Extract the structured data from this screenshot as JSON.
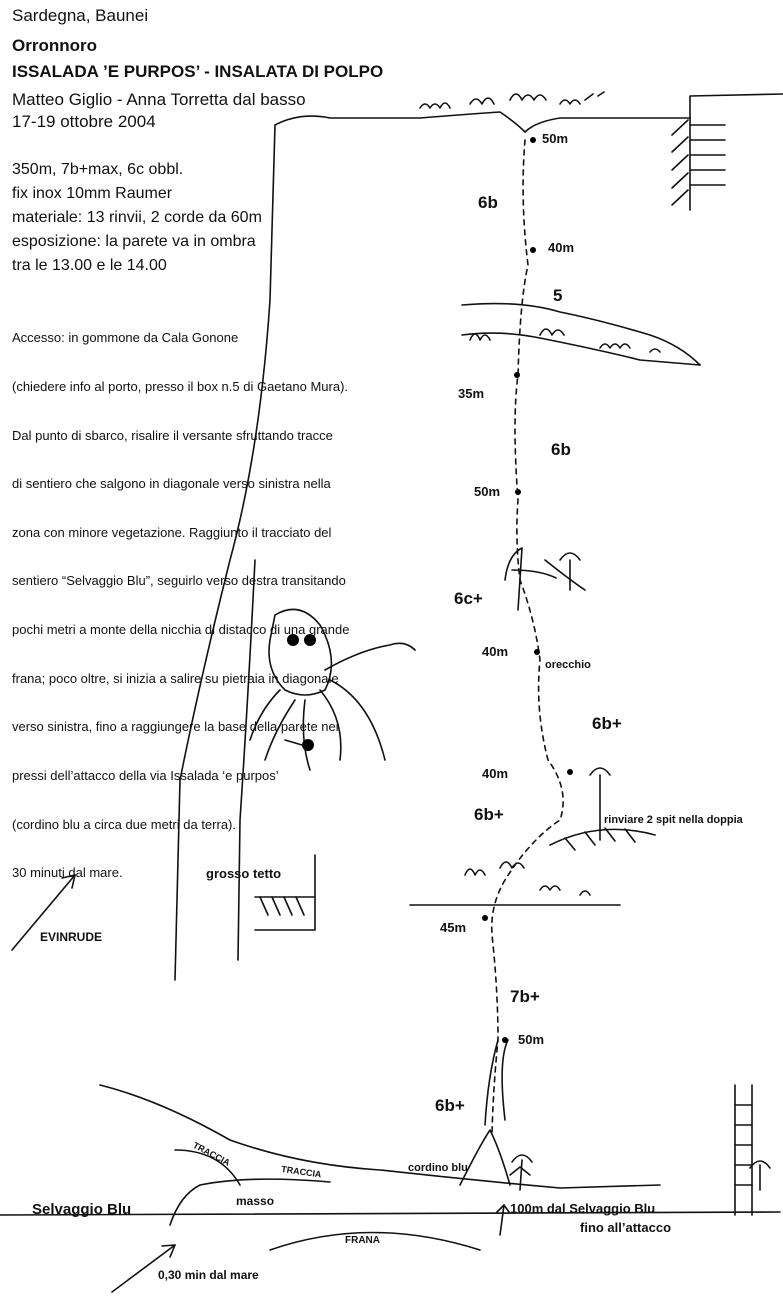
{
  "header": {
    "region": "Sardegna, Baunei",
    "sector": "Orronnoro",
    "route_name": "ISSALADA ’E PURPOS’ - INSALATA DI POLPO",
    "authors": "Matteo Giglio - Anna Torretta dal basso",
    "date": "17-19 ottobre 2004"
  },
  "specs": [
    "350m, 7b+max, 6c obbl.",
    "fix inox 10mm Raumer",
    "materiale: 13 rinvii, 2 corde da 60m",
    "esposizione: la parete va in ombra",
    "tra le 13.00 e le 14.00"
  ],
  "access_lines": [
    "Accesso: in gommone da Cala Gonone",
    "(chiedere info al porto, presso il box n.5 di Gaetano Mura).",
    "Dal punto di sbarco, risalire il versante sfruttando tracce",
    "di sentiero che salgono in diagonale verso sinistra nella",
    "zona con minore vegetazione. Raggiunto il tracciato del",
    "sentiero “Selvaggio Blu”, seguirlo verso destra transitando",
    "pochi metri a monte della nicchia di distacco di una grande",
    "frana; poco oltre, si inizia a salire su pietraia in diagonale",
    "verso sinistra, fino a raggiungere la base della parete nei",
    "pressi dell’attacco della via Issalada ‘e purpos’",
    "(cordino blu a circa due metri da terra).",
    "30 minuti dal mare."
  ],
  "topo": {
    "grades": [
      "6b",
      "5",
      "6b",
      "6c+",
      "6b+",
      "6b+",
      "7b+",
      "6b+"
    ],
    "lengths": [
      "50m",
      "40m",
      "35m",
      "50m",
      "40m",
      "40m",
      "45m",
      "50m"
    ],
    "notes": {
      "orecchio": "orecchio",
      "rinviare": "rinviare 2 spit nella doppia",
      "cordino": "cordino blu",
      "masso": "masso",
      "traccia_1": "TRACCIA",
      "traccia_2": "TRACCIA",
      "frana": "FRANA"
    },
    "places": {
      "grosso_tetto": "grosso tetto",
      "evinrude": "EVINRUDE",
      "selvaggio_blu": "Selvaggio Blu",
      "dal_selvaggio_1": "100m dal Selvaggio Blu",
      "dal_selvaggio_2": "fino all’attacco",
      "dal_mare": "0,30 min dal mare"
    }
  }
}
